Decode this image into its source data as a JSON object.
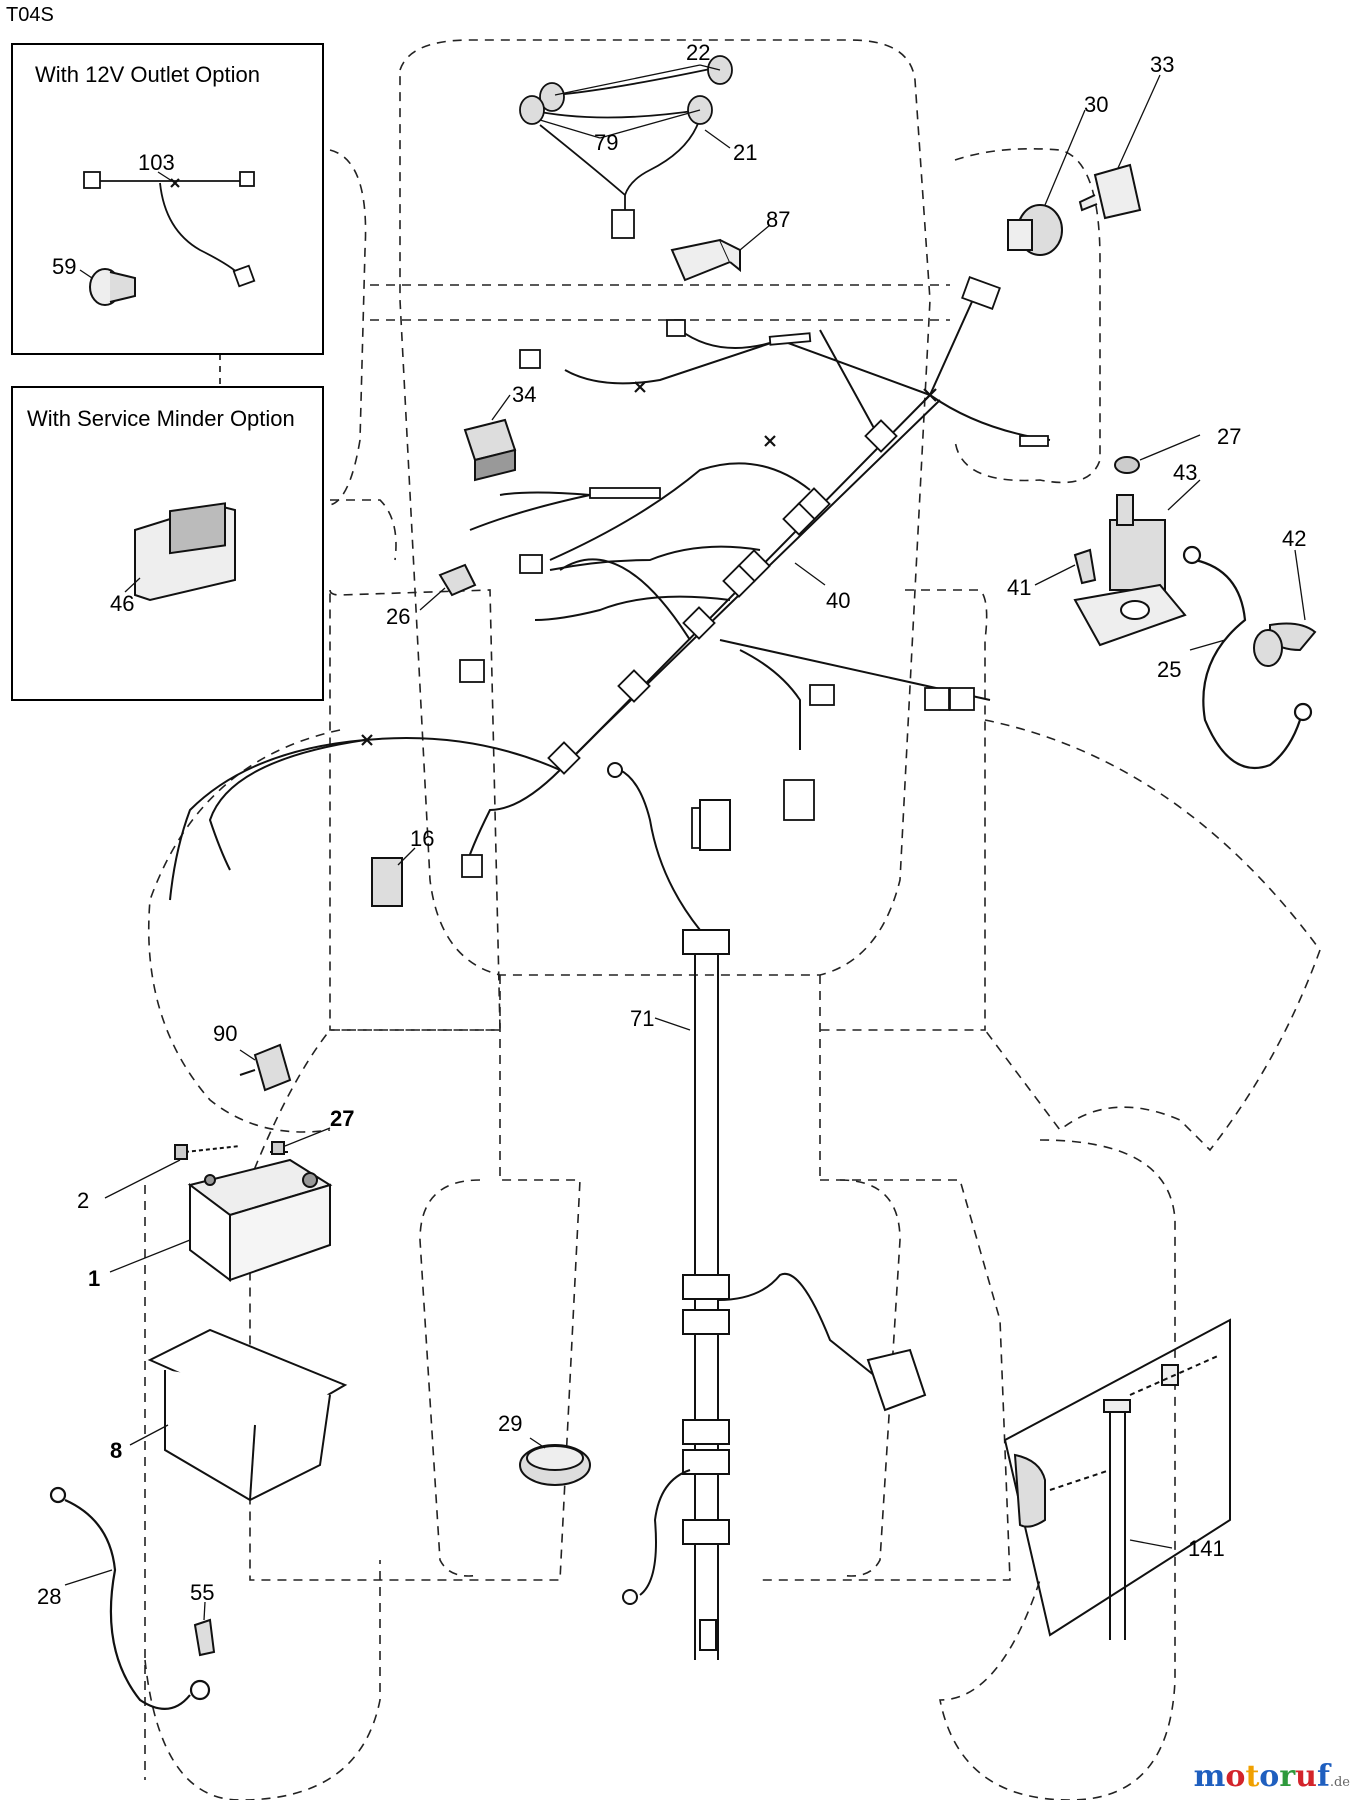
{
  "diagram_code": "T04S",
  "boxes": {
    "outlet_option": "With 12V Outlet Option",
    "service_minder_option": "With Service Minder Option"
  },
  "callouts": {
    "c103": "103",
    "c59": "59",
    "c46": "46",
    "c22": "22",
    "c79": "79",
    "c21": "21",
    "c87": "87",
    "c33": "33",
    "c30": "30",
    "c34": "34",
    "c27a": "27",
    "c43": "43",
    "c41": "41",
    "c42": "42",
    "c25": "25",
    "c40": "40",
    "c26": "26",
    "c16": "16",
    "c71": "71",
    "c90": "90",
    "c27b": "27",
    "c2": "2",
    "c1": "1",
    "c8": "8",
    "c29": "29",
    "c28": "28",
    "c55": "55",
    "c141": "141"
  },
  "watermark": {
    "letters": [
      "m",
      "o",
      "t",
      "o",
      "r",
      "u",
      "f"
    ],
    "suffix": ".de",
    "colors": [
      "#1f5fbf",
      "#d3242b",
      "#f0a000",
      "#1f5fbf",
      "#2e9a3c",
      "#d3242b",
      "#1f5fbf"
    ]
  }
}
